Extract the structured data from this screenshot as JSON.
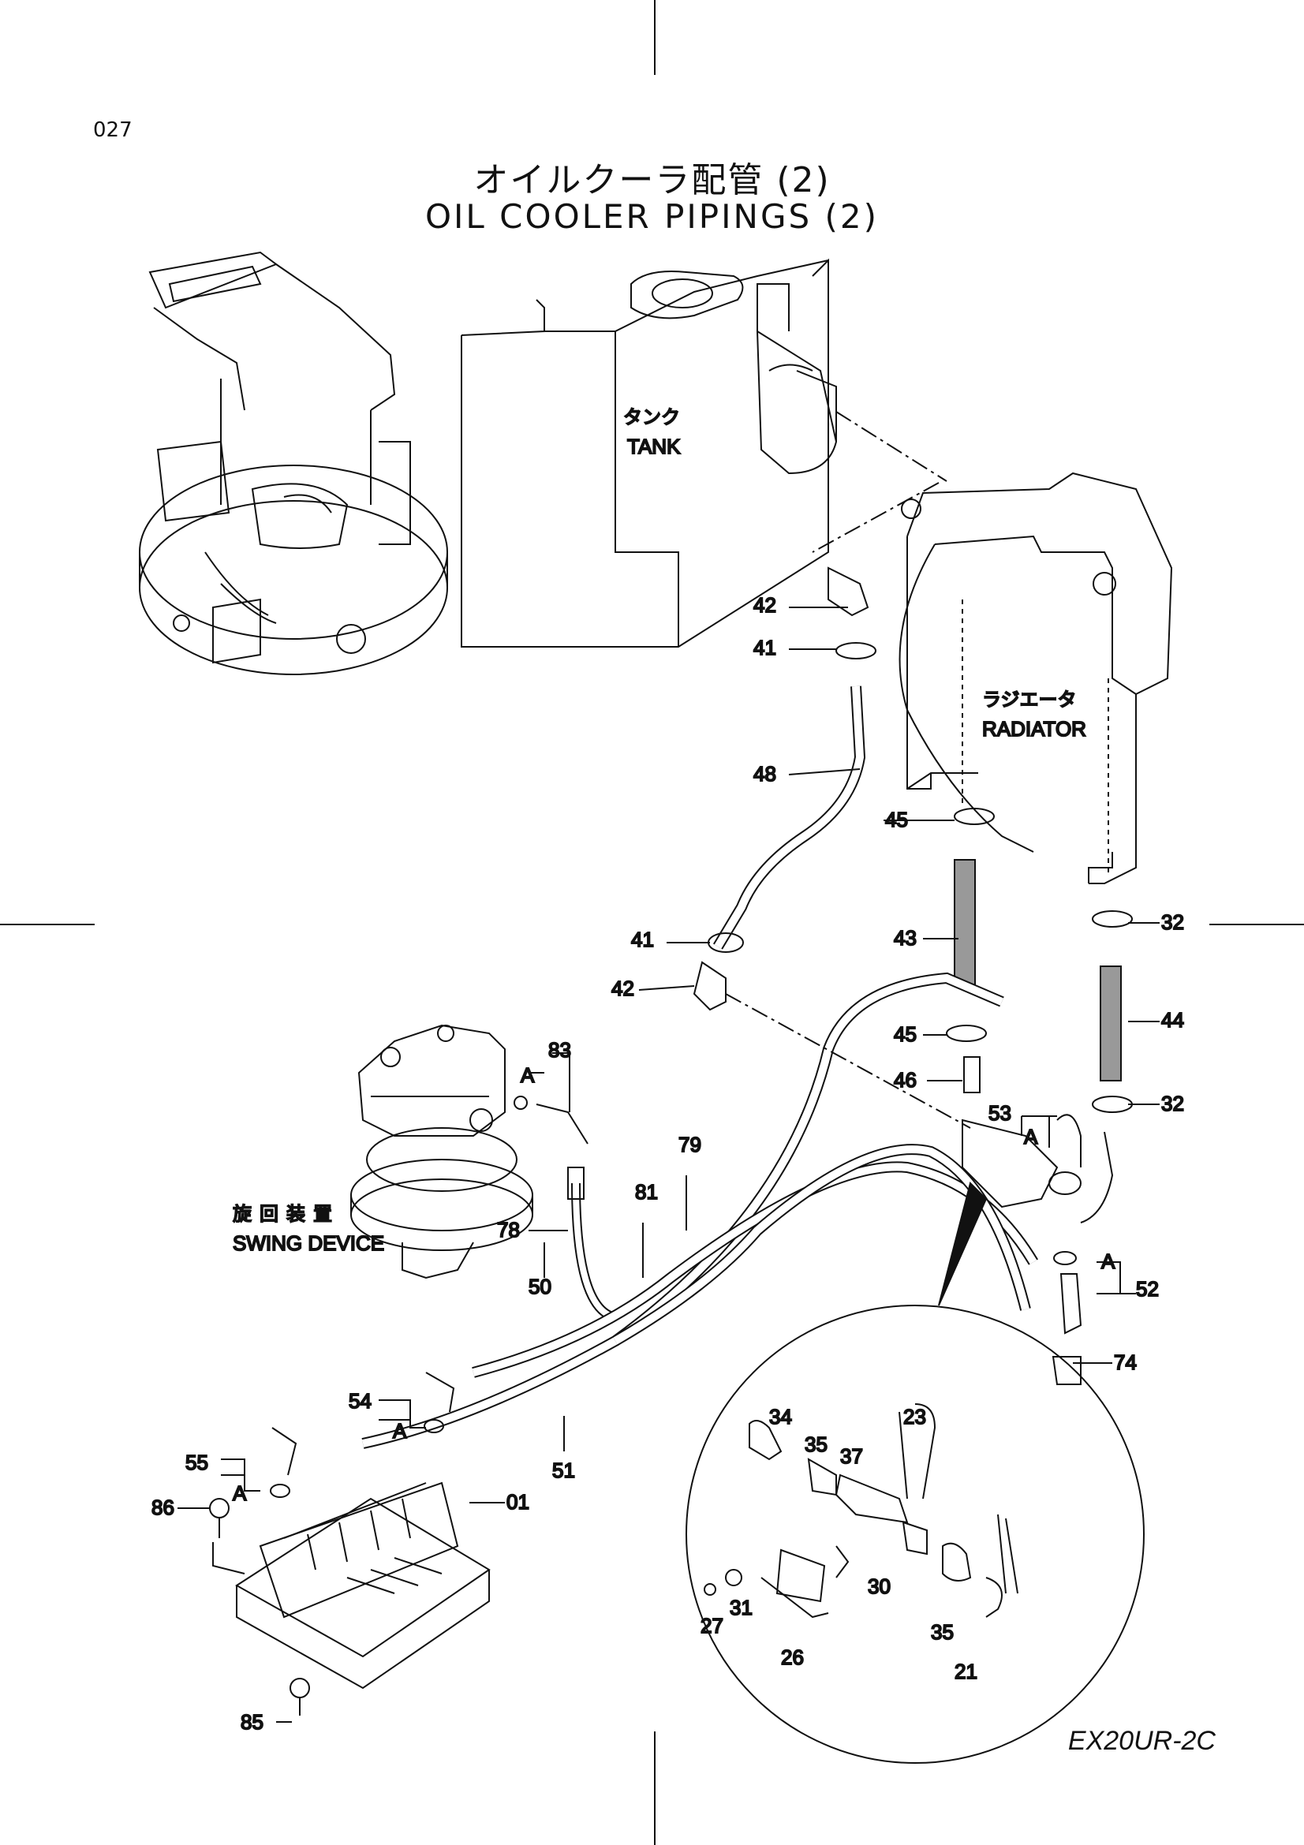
{
  "header": {
    "page_number": "027",
    "title_jp": "オイルクーラ配管 (2)",
    "title_en": "OIL COOLER PIPINGS (2)"
  },
  "footer": {
    "model": "EX20UR-2C"
  },
  "callouts": {
    "tank_jp": "タンク",
    "tank_en": "TANK",
    "radiator_jp": "ラジエータ",
    "radiator_en": "RADIATOR",
    "swing_jp": "旋回装置",
    "swing_en": "SWING DEVICE"
  },
  "parts": {
    "p01": "01",
    "p21": "21",
    "p23": "23",
    "p26": "26",
    "p27": "27",
    "p30": "30",
    "p31": "31",
    "p32": "32",
    "p34": "34",
    "p35": "35",
    "p37": "37",
    "p41": "41",
    "p42": "42",
    "p43": "43",
    "p44": "44",
    "p45": "45",
    "p46": "46",
    "p48": "48",
    "p50": "50",
    "p51": "51",
    "p52": "52",
    "p53": "53",
    "p54": "54",
    "p55": "55",
    "p74": "74",
    "p78": "78",
    "p79": "79",
    "p81": "81",
    "p83": "83",
    "p85": "85",
    "p86": "86",
    "a": "A"
  }
}
